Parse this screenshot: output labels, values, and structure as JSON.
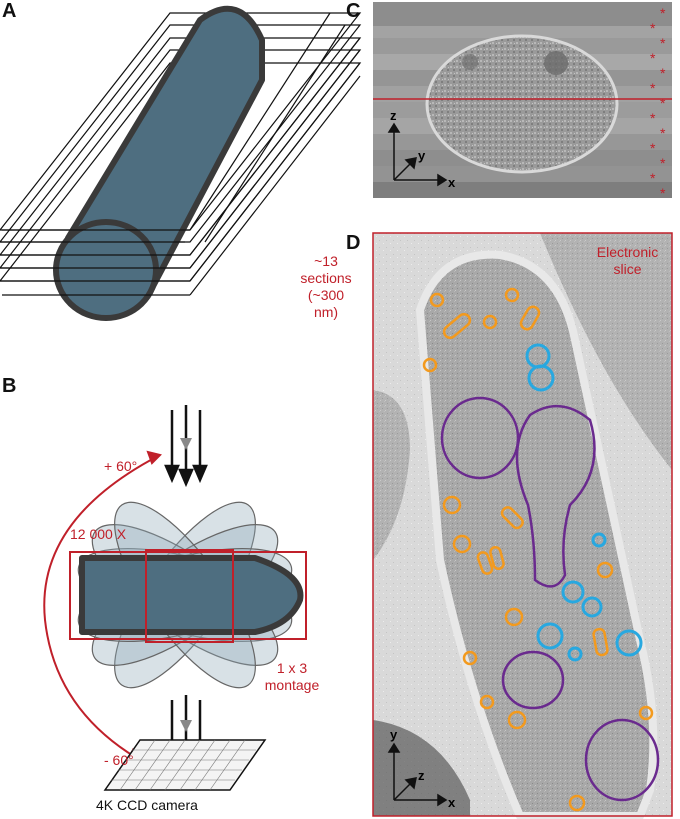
{
  "panels": {
    "a": {
      "letter": "A",
      "sections_label": [
        "~13",
        "sections",
        "(~300 nm)"
      ]
    },
    "b": {
      "letter": "B",
      "angle_plus": "+ 60°",
      "angle_minus": "- 60°",
      "magnification": "12 000 X",
      "montage": [
        "1 x 3",
        "montage"
      ],
      "camera": "4K CCD camera"
    },
    "c": {
      "letter": "C",
      "axes": {
        "z": "z",
        "y": "y",
        "x": "x"
      },
      "asterisks": [
        "*",
        "*",
        "*",
        "*",
        "*",
        "*",
        "*",
        "*",
        "*",
        "*",
        "*",
        "*",
        "*"
      ]
    },
    "d": {
      "letter": "D",
      "slice_label": [
        "Electronic",
        "slice"
      ],
      "axes": {
        "y": "y",
        "z": "z",
        "x": "x"
      }
    }
  },
  "colors": {
    "cell_fill": "#4e6e80",
    "cell_outline": "#3a3a3a",
    "annotation_red": "#c0202a",
    "orange": "#f39a1e",
    "blue": "#28a8e0",
    "purple": "#6a2a8e"
  }
}
